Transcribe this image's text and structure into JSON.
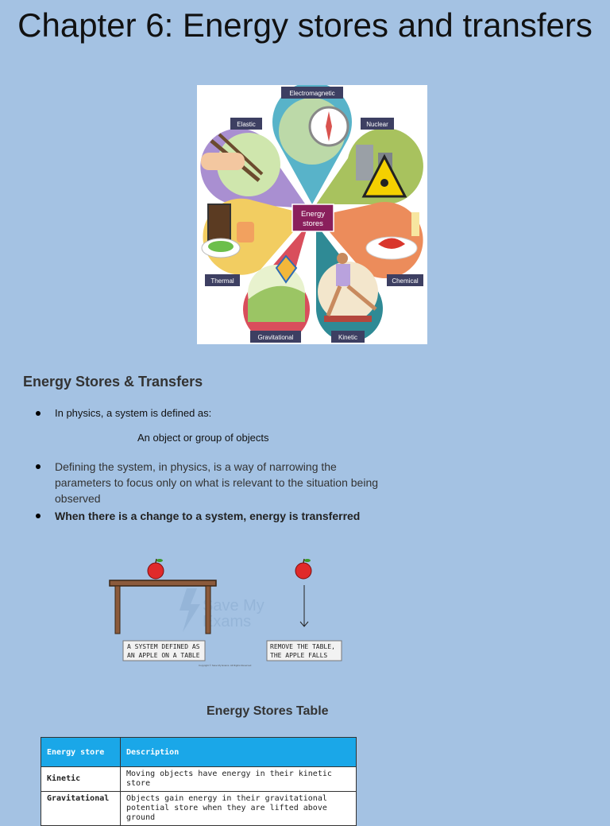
{
  "title": "Chapter 6: Energy stores and transfers",
  "infographic": {
    "center_label_1": "Energy",
    "center_label_2": "stores",
    "labels": {
      "electromagnetic": "Electromagnetic",
      "elastic": "Elastic",
      "nuclear": "Nuclear",
      "thermal": "Thermal",
      "chemical": "Chemical",
      "gravitational": "Gravitational",
      "kinetic": "Kinetic"
    },
    "colors": {
      "center": "#8a1f5c",
      "electromagnetic": "#58b3c9",
      "elastic": "#a98fd1",
      "nuclear": "#a8c25e",
      "thermal": "#f2cd61",
      "chemical": "#ec8c5b",
      "gravitational": "#d94e5c",
      "kinetic": "#2f8a95",
      "label_bg": "#3d3f62"
    }
  },
  "section": {
    "heading": "Energy Stores & Transfers",
    "bullet1": "In physics, a system is defined as:",
    "definition": "An object or group of objects",
    "bullet2": "Defining the system, in physics, is a way of narrowing the parameters to focus only on what is relevant to the situation being observed",
    "bullet3": "When there is a change to a system, energy is transferred"
  },
  "diagram": {
    "left_caption_1": "A SYSTEM DEFINED AS",
    "left_caption_2": "AN APPLE ON A TABLE",
    "right_caption_1": "REMOVE THE TABLE,",
    "right_caption_2": "THE APPLE FALLS",
    "watermark_1": "Save My",
    "watermark_2": "Exams",
    "copyright": "Copyright © Save My Exams. All Rights Reserved"
  },
  "table": {
    "title": "Energy Stores Table",
    "headers": [
      "Energy store",
      "Description"
    ],
    "rows": [
      {
        "store": "Kinetic",
        "description": "Moving objects have energy in their kinetic store"
      },
      {
        "store": "Gravitational",
        "description": "Objects gain energy in their gravitational potential store when they are lifted above ground"
      }
    ],
    "header_color": "#1aa7e8"
  }
}
